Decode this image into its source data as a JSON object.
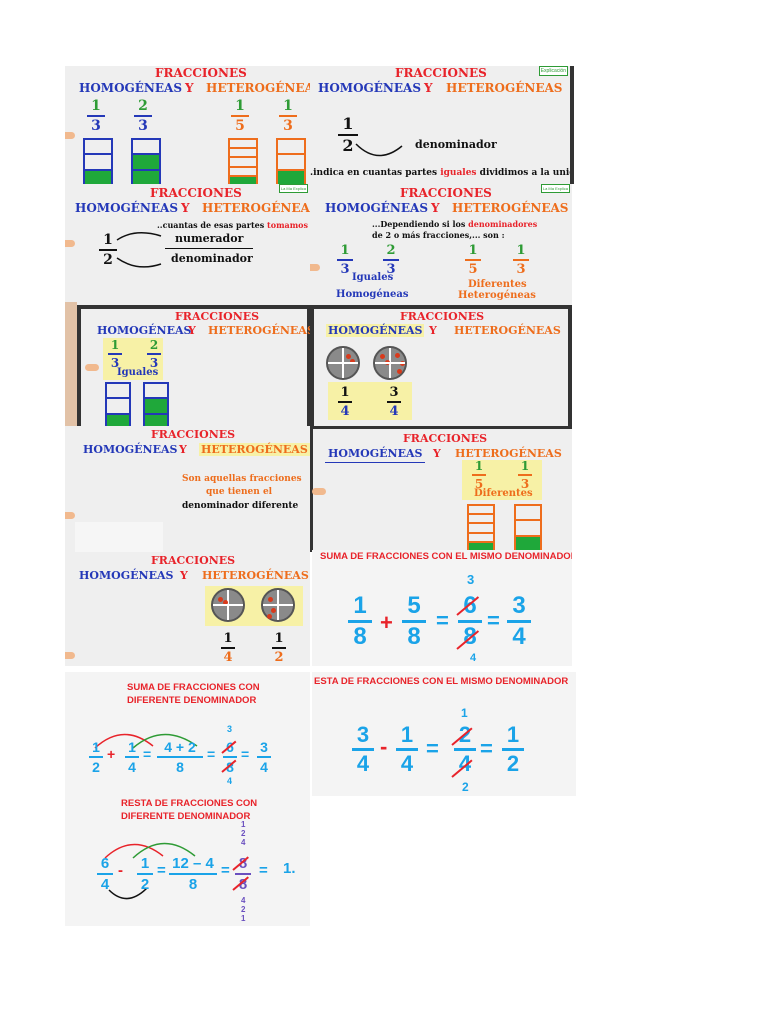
{
  "common": {
    "title": "FRACCIONES",
    "homo": "HOMOGÉNEAS",
    "y": "Y",
    "hetero": "HETEROGÉNEAS",
    "brand": "Explicación",
    "brand_short": "La Ma Explica"
  },
  "p1": {
    "f1": {
      "n": "1",
      "d": "3"
    },
    "f2": {
      "n": "2",
      "d": "3"
    },
    "f3": {
      "n": "1",
      "d": "5"
    },
    "f4": {
      "n": "1",
      "d": "3"
    }
  },
  "p2": {
    "frac": {
      "n": "1",
      "d": "2"
    },
    "denominador": "denominador",
    "note_pre": ".indica en cuantas partes ",
    "note_hl": "iguales",
    "note_post": " dividimos a la unidad"
  },
  "p3": {
    "note_pre": "..cuantas de esas partes ",
    "note_hl": "tomamos",
    "frac": {
      "n": "1",
      "d": "2"
    },
    "numerador": "numerador",
    "denominador": "denominador"
  },
  "p4": {
    "line1_pre": "...Dependiendo si los ",
    "line1_hl": "denominadores",
    "line2": "de 2 o más fracciones,... son :",
    "f1": {
      "n": "1",
      "d": "3"
    },
    "f2": {
      "n": "2",
      "d": "3"
    },
    "f3": {
      "n": "1",
      "d": "5"
    },
    "f4": {
      "n": "1",
      "d": "3"
    },
    "iguales": "Iguales",
    "homogeneas": "Homogéneas",
    "diferentes": "Diferentes",
    "heterogeneas": "Heterogéneas"
  },
  "p5": {
    "f1": {
      "n": "1",
      "d": "3"
    },
    "f2": {
      "n": "2",
      "d": "3"
    },
    "iguales": "Iguales"
  },
  "p6": {
    "f1": {
      "n": "1",
      "d": "4"
    },
    "f2": {
      "n": "3",
      "d": "4"
    }
  },
  "p7": {
    "line1": "Son aquellas fracciones",
    "line2": "que tienen el",
    "line3": "denominador diferente"
  },
  "p8": {
    "f1": {
      "n": "1",
      "d": "5"
    },
    "f2": {
      "n": "1",
      "d": "3"
    },
    "diferentes": "Diferentes"
  },
  "p9": {
    "f1": {
      "n": "1",
      "d": "4"
    },
    "f2": {
      "n": "1",
      "d": "2"
    }
  },
  "p10": {
    "title": "SUMA DE FRACCIONES CON EL MISMO DENOMINADOR",
    "a": {
      "n": "1",
      "d": "8"
    },
    "op": "+",
    "b": {
      "n": "5",
      "d": "8"
    },
    "eq": "=",
    "c": {
      "n": "6",
      "d": "8"
    },
    "c_top": "3",
    "c_bot": "4",
    "r": {
      "n": "3",
      "d": "4"
    }
  },
  "p11": {
    "title1": "SUMA DE FRACCIONES CON",
    "title2": "DIFERENTE DENOMINADOR",
    "a": {
      "n": "1",
      "d": "2"
    },
    "op": "+",
    "b": {
      "n": "1",
      "d": "4"
    },
    "eq": "=",
    "c": {
      "n": "4 + 2",
      "d": "8"
    },
    "dd": {
      "n": "6",
      "d": "8"
    },
    "dd_top": "3",
    "dd_bot": "4",
    "r": {
      "n": "3",
      "d": "4"
    }
  },
  "p12": {
    "title": "ESTA DE FRACCIONES CON EL MISMO DENOMINADOR",
    "a": {
      "n": "3",
      "d": "4"
    },
    "op": "-",
    "b": {
      "n": "1",
      "d": "4"
    },
    "eq": "=",
    "c": {
      "n": "2",
      "d": "4"
    },
    "c_top": "1",
    "c_bot": "2",
    "r": {
      "n": "1",
      "d": "2"
    }
  },
  "p13": {
    "title1": "RESTA DE FRACCIONES CON",
    "title2": "DIFERENTE DENOMINADOR",
    "a": {
      "n": "6",
      "d": "4"
    },
    "op": "-",
    "b": {
      "n": "1",
      "d": "2"
    },
    "eq": "=",
    "c": {
      "n": "12 – 4",
      "d": "8"
    },
    "dd": {
      "n": "8",
      "d": "8"
    },
    "stack_top": [
      "1",
      "2",
      "4"
    ],
    "stack_bot": [
      "4",
      "2",
      "1"
    ],
    "r": "1."
  }
}
